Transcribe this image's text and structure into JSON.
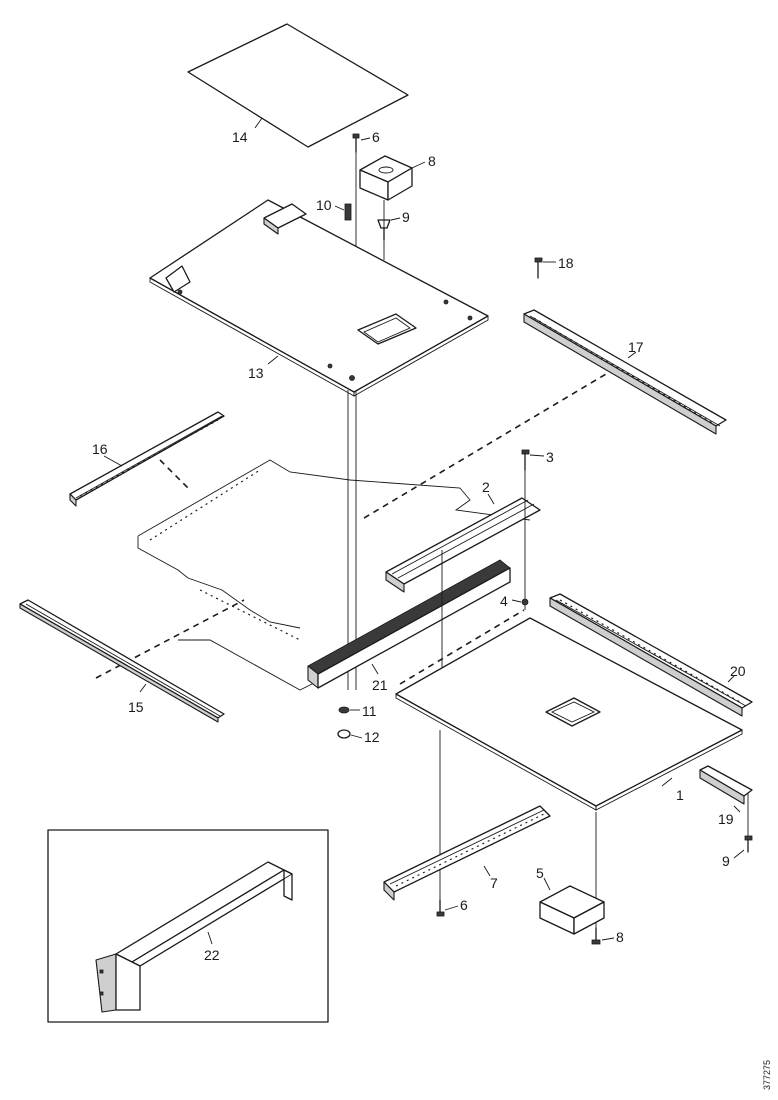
{
  "figure_ref": "377275",
  "callouts": [
    "1",
    "2",
    "3",
    "4",
    "5",
    "6",
    "7",
    "8",
    "9",
    "10",
    "11",
    "12",
    "13",
    "14",
    "15",
    "16",
    "17",
    "18",
    "19",
    "20",
    "21",
    "22"
  ],
  "labels": {
    "p1": "1",
    "p2": "2",
    "p3": "3",
    "p4": "4",
    "p5": "5",
    "p6a": "6",
    "p6b": "6",
    "p7": "7",
    "p8a": "8",
    "p8b": "8",
    "p9a": "9",
    "p9b": "9",
    "p10": "10",
    "p11": "11",
    "p12": "12",
    "p13": "13",
    "p14": "14",
    "p15": "15",
    "p16": "16",
    "p17": "17",
    "p18": "18",
    "p19": "19",
    "p20": "20",
    "p21": "21",
    "p22": "22"
  }
}
